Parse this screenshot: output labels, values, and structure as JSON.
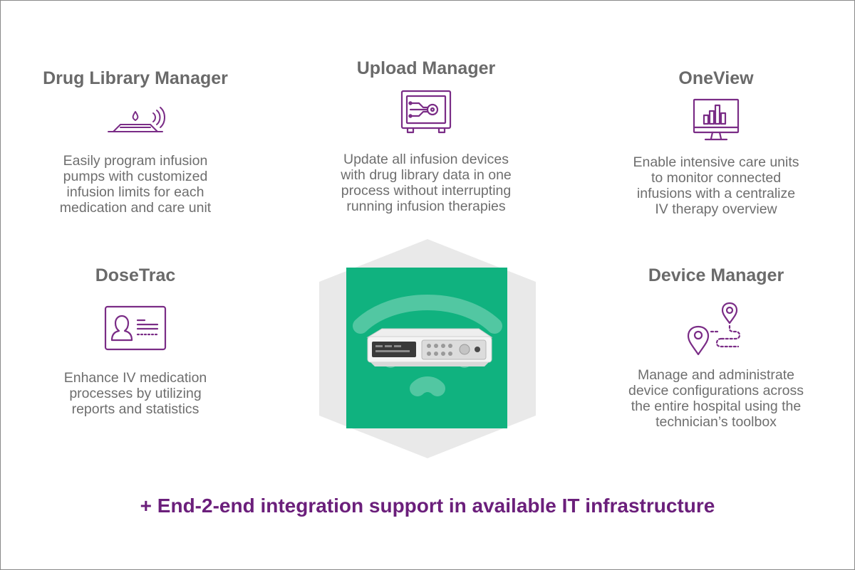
{
  "features": {
    "drug_library": {
      "title": "Drug Library Manager",
      "icon": "pump-drop-wireless-icon",
      "desc": [
        "Easily program infusion",
        "pumps with customized",
        "infusion limits for each",
        "medication and care unit"
      ]
    },
    "upload": {
      "title": "Upload Manager",
      "icon": "data-safe-icon",
      "desc": [
        "Update all infusion devices",
        "with drug library data in one",
        "process without interrupting",
        "running infusion therapies"
      ]
    },
    "oneview": {
      "title": "OneView",
      "icon": "monitor-bar-chart-icon",
      "desc": [
        "Enable intensive care units",
        "to monitor connected",
        "infusions with a centralize",
        "IV therapy overview"
      ]
    },
    "dosetrac": {
      "title": "DoseTrac",
      "icon": "id-card-icon",
      "desc": [
        "Enhance IV medication",
        "processes by utilizing",
        "reports and statistics"
      ]
    },
    "device": {
      "title": "Device Manager",
      "icon": "location-route-icon",
      "desc": [
        "Manage and administrate",
        "device configurations across",
        "the entire hospital using the",
        "technician’s toolbox"
      ]
    }
  },
  "footer": "+ End-2-end integration support in available IT infrastructure",
  "colors": {
    "accent_purple": "#6b1f7b",
    "icon_purple": "#7a2c86",
    "green_tile": "#10b27f",
    "heading_gray": "#6a6a6a",
    "text_gray": "#6e6e6e"
  }
}
